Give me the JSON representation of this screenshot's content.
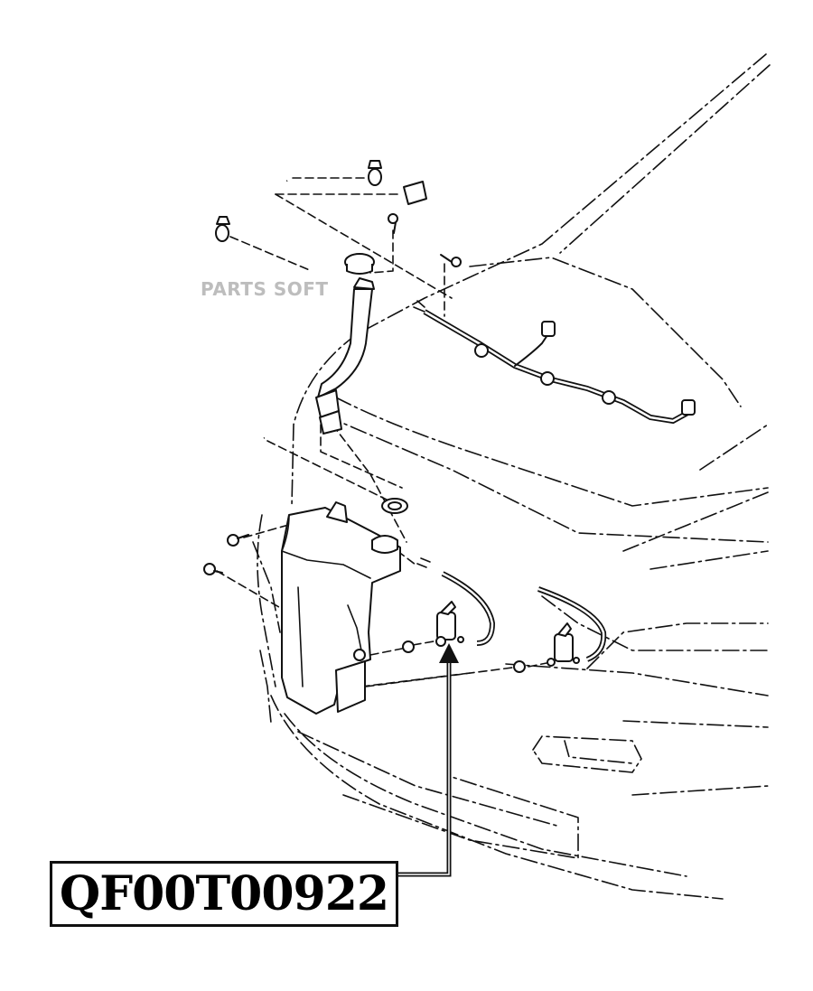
{
  "watermark": {
    "text": "PARTS SOFT"
  },
  "callout": {
    "part_number": "QF00T00922"
  },
  "colors": {
    "line": "#111111",
    "watermark": "#bdbdbd",
    "background": "#ffffff"
  },
  "depicted_parts": [
    "washer-reservoir",
    "washer-pump",
    "filler-neck",
    "washer-hose",
    "hose-clip",
    "bolt",
    "grommet",
    "nozzle"
  ]
}
